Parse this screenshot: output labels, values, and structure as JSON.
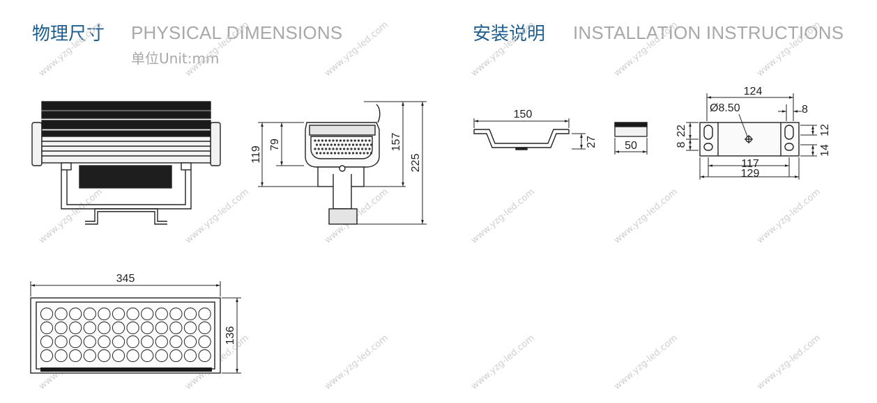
{
  "left_section": {
    "title_cn": "物理尺寸",
    "title_en": "PHYSICAL DIMENSIONS",
    "unit": "单位Unit:mm"
  },
  "right_section": {
    "title_cn": "安装说明",
    "title_en": "INSTALLATION INSTRUCTIONS"
  },
  "watermark": "www.yzg-led.com",
  "dimensions": {
    "side_height_inner": "79",
    "side_height_outer": "119",
    "side_height_bracket": "157",
    "side_height_total": "225",
    "front_length": "345",
    "front_width": "136",
    "bracket_length": "150",
    "bracket_depth": "27",
    "bracket_width": "50",
    "plate_length_outer": "124",
    "plate_hole": "Ø8.50",
    "plate_slot_width": "8",
    "plate_left_top": "22",
    "plate_left_bottom": "8",
    "plate_right_top": "12",
    "plate_right_bottom": "14",
    "plate_span_inner": "117",
    "plate_span_outer": "129"
  },
  "colors": {
    "title_blue": "#1f5f8f",
    "subtitle_grey": "#a8a8a8",
    "line": "#222222",
    "watermark": "#cfcfcf"
  }
}
